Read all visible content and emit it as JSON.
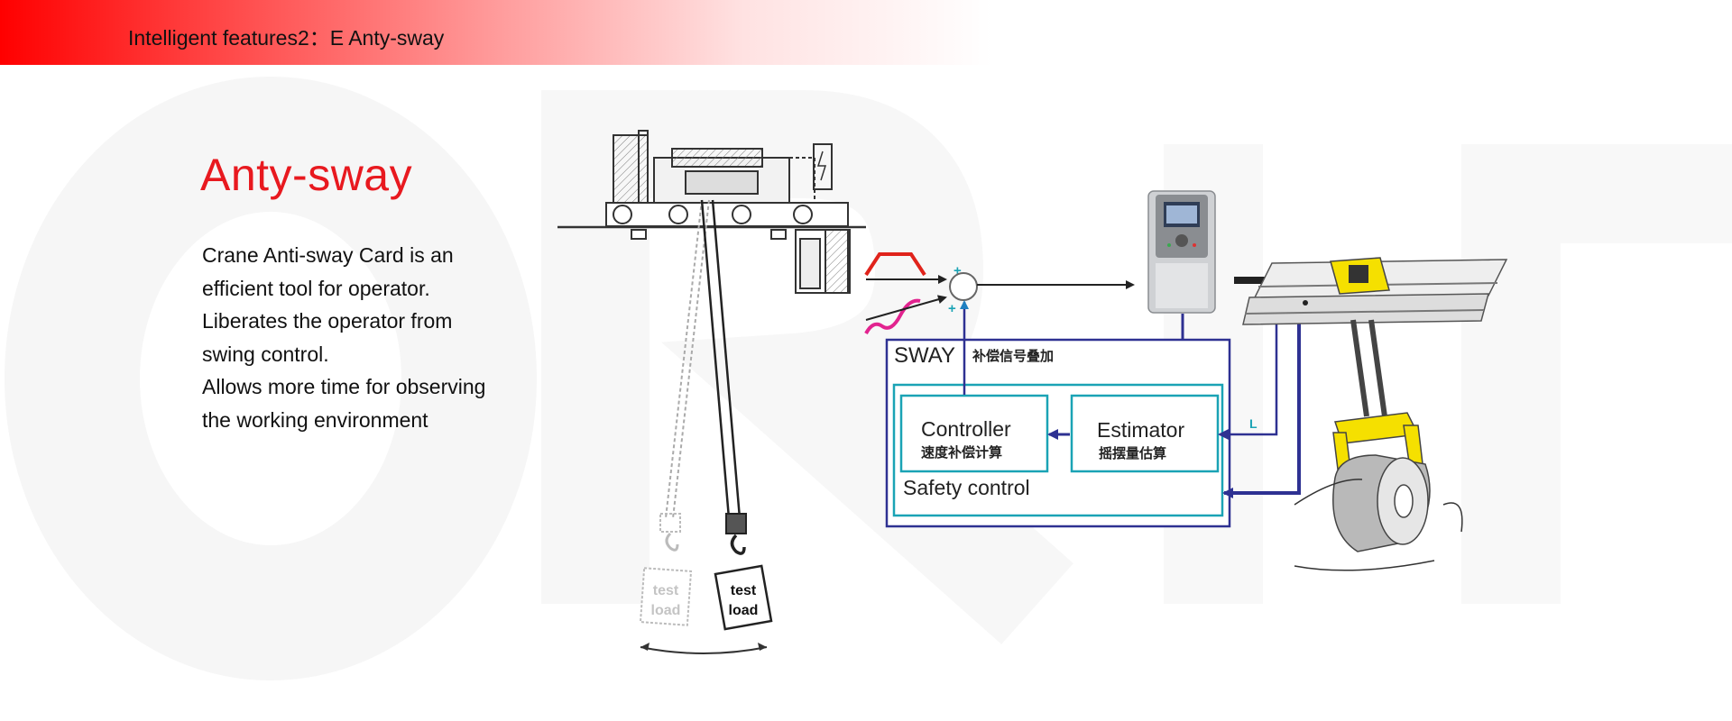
{
  "header": {
    "title": "Intelligent features2：E Anty-sway"
  },
  "section": {
    "heading": "Anty-sway",
    "description_lines": [
      "Crane Anti-sway Card is an",
      "efficient tool for operator.",
      "Liberates the operator from",
      "swing control.",
      "Allows more time for observing",
      "the working environment"
    ]
  },
  "diagram": {
    "sway_label": "SWAY",
    "sway_sublabel": "补偿信号叠加",
    "controller_label": "Controller",
    "controller_sublabel": "速度补偿计算",
    "estimator_label": "Estimator",
    "estimator_sublabel": "摇摆量估算",
    "safety_label": "Safety control",
    "length_label": "L",
    "plus_top": "+",
    "plus_bottom": "+",
    "ghost_load_line1": "test",
    "ghost_load_line2": "load",
    "load_line1": "test",
    "load_line2": "load"
  },
  "colors": {
    "accent_red": "#e8191f",
    "navy": "#2e3192",
    "teal": "#1aa3b5",
    "signal_red": "#e0231b",
    "signal_pink": "#e2238f",
    "load_yellow": "#f5e000"
  }
}
